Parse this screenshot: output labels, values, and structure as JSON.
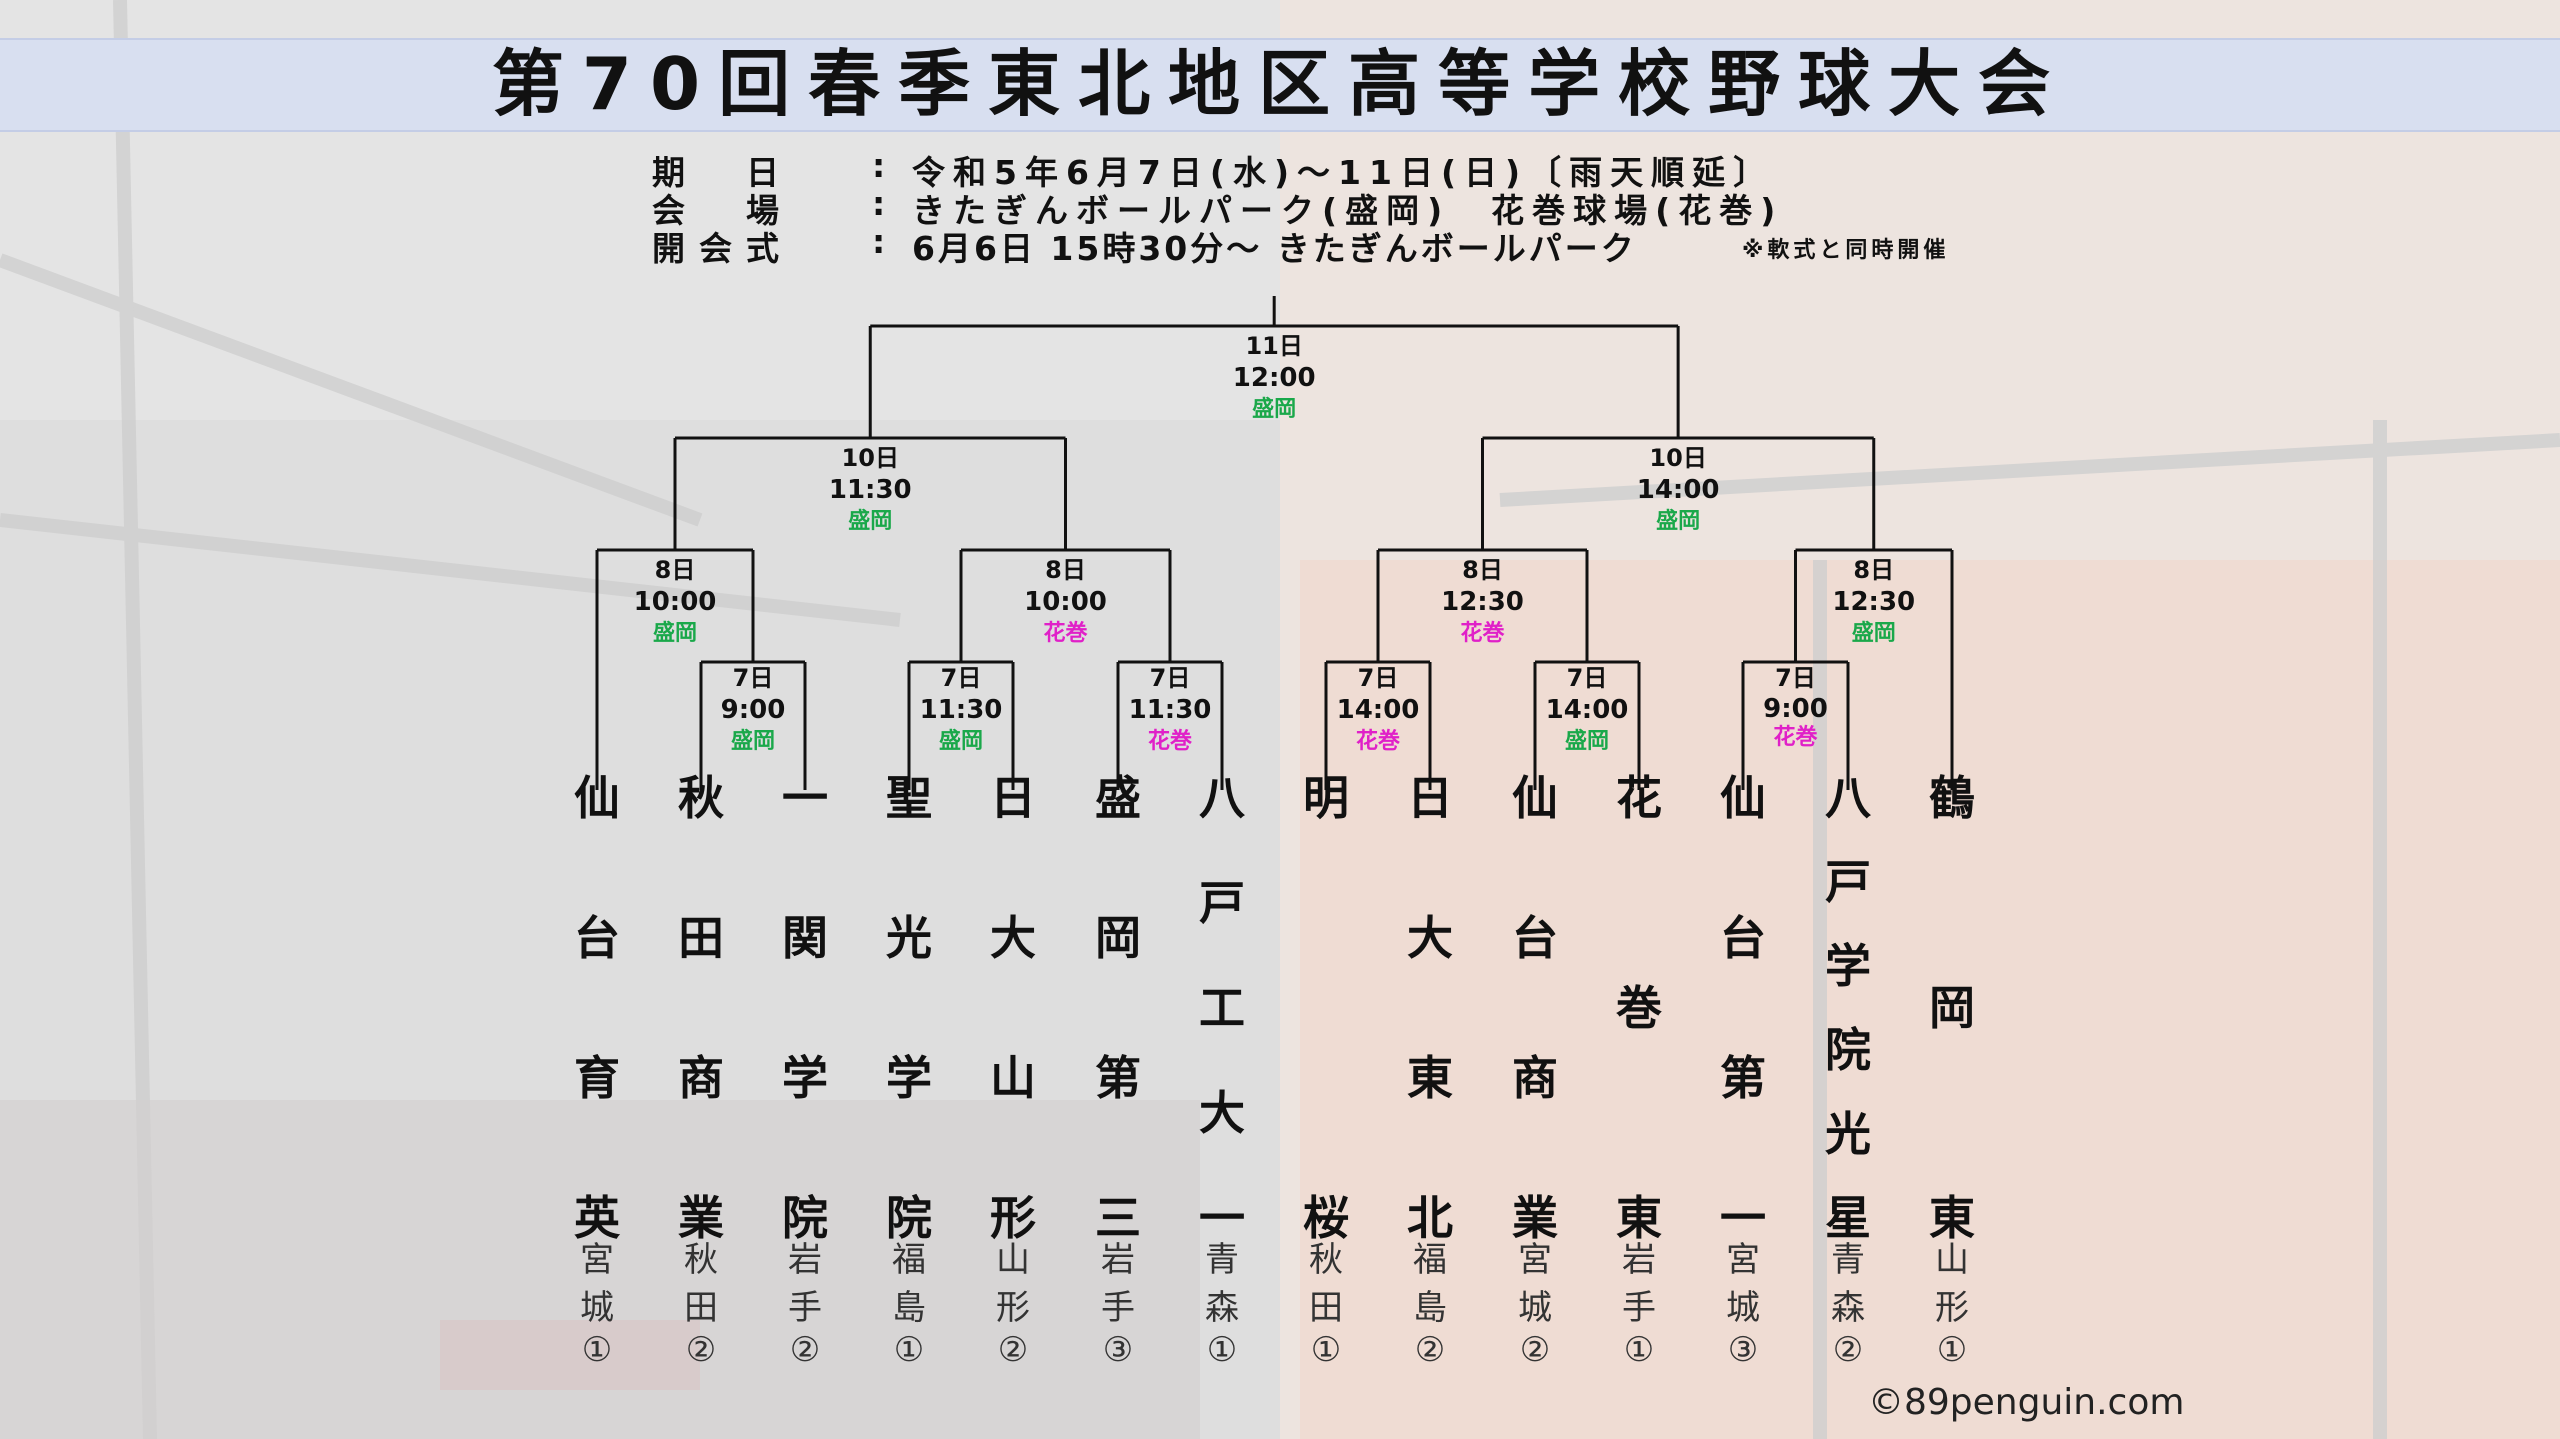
{
  "title": "第70回春季東北地区高等学校野球大会",
  "info": [
    {
      "label": "期　日",
      "value": "令和5年6月7日(水)～11日(日)〔雨天順延〕",
      "note": ""
    },
    {
      "label": "会　場",
      "value": "きたぎんボールパーク(盛岡)　花巻球場(花巻)",
      "note": ""
    },
    {
      "label": "開会式",
      "value": "6月6日 15時30分～ きたぎんボールパーク",
      "note": "※軟式と同時開催"
    }
  ],
  "colors": {
    "morioka": "#1aa84a",
    "hanamaki": "#e020c8",
    "line": "#111111",
    "text": "#111111"
  },
  "teams": [
    {
      "name": "仙台育英",
      "pref": "宮城",
      "seed": "①"
    },
    {
      "name": "秋田商業",
      "pref": "秋田",
      "seed": "②"
    },
    {
      "name": "一関学院",
      "pref": "岩手",
      "seed": "②"
    },
    {
      "name": "聖光学院",
      "pref": "福島",
      "seed": "①"
    },
    {
      "name": "日大山形",
      "pref": "山形",
      "seed": "②"
    },
    {
      "name": "盛岡第三",
      "pref": "岩手",
      "seed": "③"
    },
    {
      "name": "八戸工大一",
      "pref": "青森",
      "seed": "①"
    },
    {
      "name": "明桜",
      "pref": "秋田",
      "seed": "①"
    },
    {
      "name": "日大東北",
      "pref": "福島",
      "seed": "②"
    },
    {
      "name": "仙台商業",
      "pref": "宮城",
      "seed": "②"
    },
    {
      "name": "花巻東",
      "pref": "岩手",
      "seed": "①"
    },
    {
      "name": "仙台第一",
      "pref": "宮城",
      "seed": "③"
    },
    {
      "name": "八戸学院光星",
      "pref": "青森",
      "seed": "②"
    },
    {
      "name": "鶴岡東",
      "pref": "山形",
      "seed": "①"
    }
  ],
  "games": [
    {
      "id": "r1a",
      "day": "7日",
      "time": "9:00",
      "venue": "盛岡",
      "venue_type": "morioka"
    },
    {
      "id": "r1b",
      "day": "7日",
      "time": "11:30",
      "venue": "盛岡",
      "venue_type": "morioka"
    },
    {
      "id": "r1c",
      "day": "7日",
      "time": "11:30",
      "venue": "花巻",
      "venue_type": "hanamaki"
    },
    {
      "id": "r1d",
      "day": "7日",
      "time": "14:00",
      "venue": "花巻",
      "venue_type": "hanamaki"
    },
    {
      "id": "r1e",
      "day": "7日",
      "time": "14:00",
      "venue": "盛岡",
      "venue_type": "morioka"
    },
    {
      "id": "r1f",
      "day": "7日",
      "time": "9:00",
      "venue": "花巻",
      "venue_type": "hanamaki"
    },
    {
      "id": "qfa",
      "day": "8日",
      "time": "10:00",
      "venue": "盛岡",
      "venue_type": "morioka"
    },
    {
      "id": "qfb",
      "day": "8日",
      "time": "10:00",
      "venue": "花巻",
      "venue_type": "hanamaki"
    },
    {
      "id": "qfc",
      "day": "8日",
      "time": "12:30",
      "venue": "花巻",
      "venue_type": "hanamaki"
    },
    {
      "id": "qfd",
      "day": "8日",
      "time": "12:30",
      "venue": "盛岡",
      "venue_type": "morioka"
    },
    {
      "id": "sfa",
      "day": "10日",
      "time": "11:30",
      "venue": "盛岡",
      "venue_type": "morioka"
    },
    {
      "id": "sfb",
      "day": "10日",
      "time": "14:00",
      "venue": "盛岡",
      "venue_type": "morioka"
    },
    {
      "id": "final",
      "day": "11日",
      "time": "12:00",
      "venue": "盛岡",
      "venue_type": "morioka"
    }
  ],
  "copyright": "©89penguin.com"
}
